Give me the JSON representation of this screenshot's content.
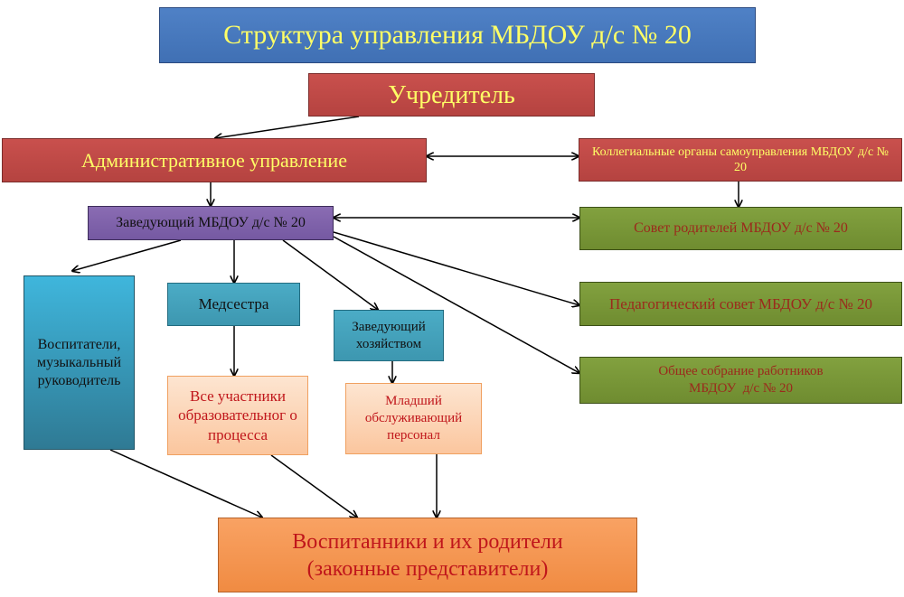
{
  "diagram": {
    "title": "Структура управления МБДОУ д/с № 20",
    "founder": "Учредитель",
    "admin": "Административное управление",
    "collegial": "Коллегиальные органы самоуправления МБДОУ д/с № 20",
    "head": "Заведующий МБДОУ д/с № 20",
    "parents_council": "Совет родителей МБДОУ д/с № 20",
    "teachers": "Воспитатели, музыкальный руководитель",
    "nurse": "Медсестра",
    "supply_head": "Заведующий хозяйством",
    "ped_council": "Педагогический совет МБДОУ д/с № 20",
    "assembly_line1": "Общее собрание работников",
    "assembly_line2": "МБДОУ  д/с № 20",
    "participants": "Все участники образовательног о процесса",
    "junior_staff": "Младший обслуживающий персонал",
    "pupils_line1": "Воспитанники и их родители",
    "pupils_line2": "(законные представители)"
  },
  "colors": {
    "title_bg": "#4f81c6",
    "red_bg": "#c0504d",
    "purple_bg": "#8064a2",
    "green_bg": "#76923c",
    "teal_bg": "#4bacc6",
    "peach_bg": "#fbd4b4",
    "orange_bg": "#f79646",
    "yellow_text": "#ffff66",
    "red_text": "#c0161b",
    "connector": "#000000"
  }
}
